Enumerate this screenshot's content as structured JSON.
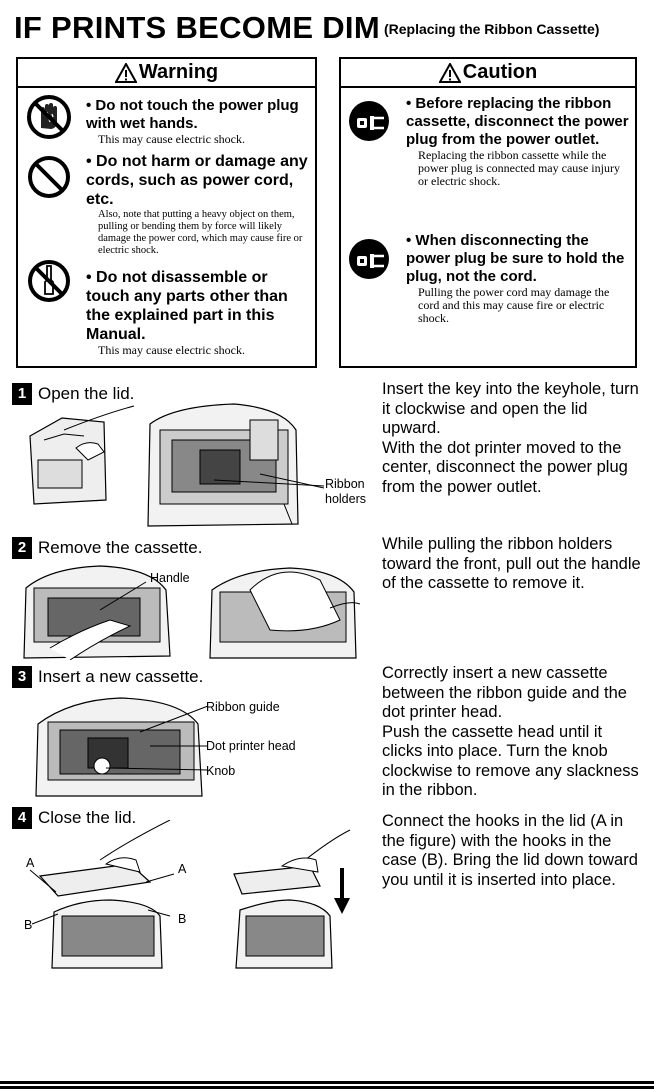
{
  "header": {
    "title": "IF PRINTS BECOME DIM",
    "subtitle": "(Replacing the Ribbon Cassette)"
  },
  "warning": {
    "heading": "Warning",
    "items": [
      {
        "icon": "no-wet-hands-icon",
        "title": "• Do not touch the power plug with wet hands.",
        "note": "This may cause electric shock."
      },
      {
        "icon": "prohibited-icon",
        "title": "• Do not harm or damage any cords, such as power cord, etc.",
        "note": "Also, note that putting a heavy object on them, pulling or bending them by force will likely damage the power cord, which may cause fire or electric shock."
      },
      {
        "icon": "no-disassembly-icon",
        "title": "• Do not disassemble or touch any parts other than the explained part in this Manual.",
        "note": "This may cause electric shock."
      }
    ]
  },
  "caution": {
    "heading": "Caution",
    "items": [
      {
        "icon": "unplug-icon",
        "title": "• Before replacing the ribbon cassette, disconnect the power plug from the power outlet.",
        "note": "Replacing the ribbon cassette while the power plug is connected may cause injury or electric shock."
      },
      {
        "icon": "unplug-icon",
        "title": "• When disconnecting the power plug be sure to hold the plug, not the cord.",
        "note": "Pulling the power cord may damage the cord and this may cause fire or electric shock."
      }
    ]
  },
  "steps": [
    {
      "num": "1",
      "title": "Open the lid.",
      "desc": "Insert the key into the keyhole, turn it clockwise and open the lid upward.\nWith the dot printer moved to the center, disconnect the power plug from the power outlet.",
      "labels": [
        "Ribbon",
        "holders"
      ]
    },
    {
      "num": "2",
      "title": "Remove the cassette.",
      "desc": "While pulling the ribbon holders toward the front, pull out the handle of the cassette to remove it.",
      "labels": [
        "Handle"
      ]
    },
    {
      "num": "3",
      "title": "Insert a new cassette.",
      "desc": "Correctly insert a new cassette between the ribbon guide and the dot printer head.\nPush the cassette head until it clicks into place. Turn the knob clockwise to remove any slackness in the ribbon.",
      "labels": [
        "Ribbon guide",
        "Dot printer head",
        "Knob"
      ]
    },
    {
      "num": "4",
      "title": "Close the lid.",
      "desc": "Connect the hooks in the lid (A in the figure) with the hooks in the case (B). Bring the lid down toward you until it is inserted into place.",
      "labels": [
        "A",
        "A",
        "B",
        "B"
      ]
    }
  ]
}
